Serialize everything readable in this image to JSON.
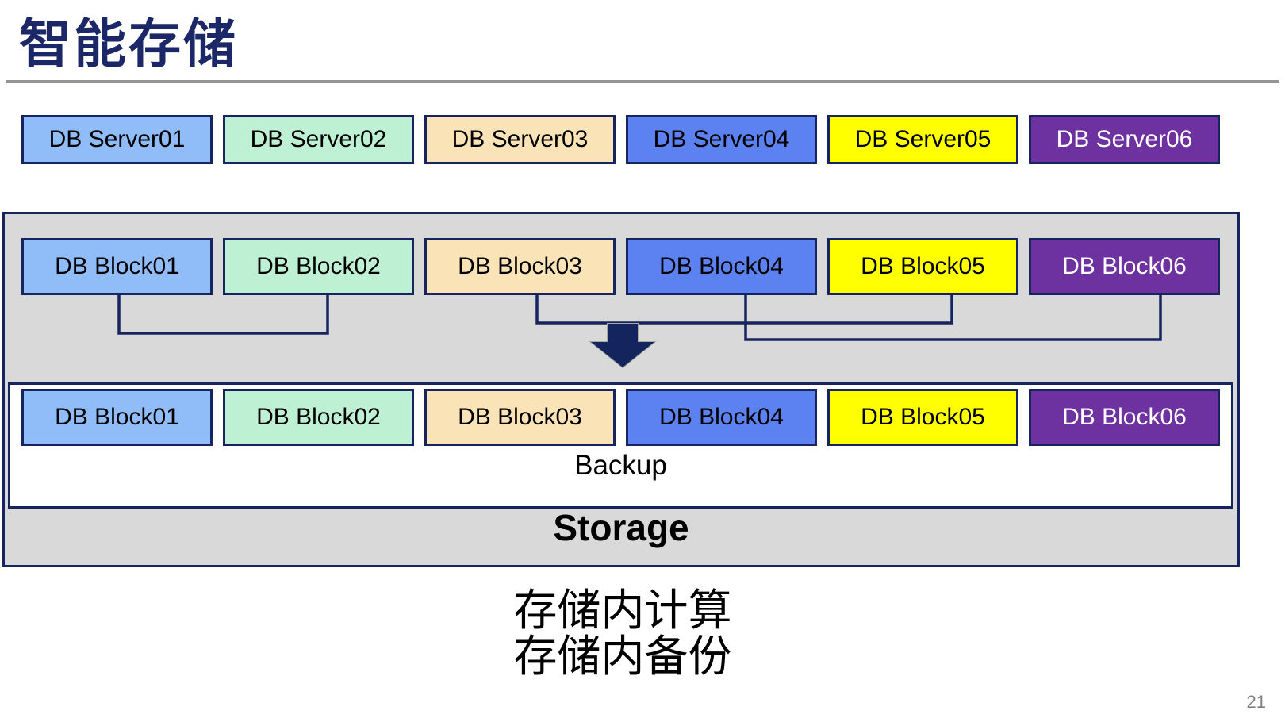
{
  "title": "智能存储",
  "page_number": "21",
  "server_row": {
    "items": [
      {
        "label": "DB Server01",
        "fill": "#90BCF8",
        "text_color": "#000000"
      },
      {
        "label": "DB Server02",
        "fill": "#BEF0D3",
        "text_color": "#000000"
      },
      {
        "label": "DB Server03",
        "fill": "#FAE3B6",
        "text_color": "#000000"
      },
      {
        "label": "DB Server04",
        "fill": "#5B82F0",
        "text_color": "#000000"
      },
      {
        "label": "DB Server05",
        "fill": "#FFFF00",
        "text_color": "#000000"
      },
      {
        "label": "DB Server06",
        "fill": "#6E31A0",
        "text_color": "#FFFFFF"
      }
    ]
  },
  "block_row": {
    "items": [
      {
        "label": "DB Block01",
        "fill": "#90BCF8",
        "text_color": "#000000"
      },
      {
        "label": "DB Block02",
        "fill": "#BEF0D3",
        "text_color": "#000000"
      },
      {
        "label": "DB Block03",
        "fill": "#FAE3B6",
        "text_color": "#000000"
      },
      {
        "label": "DB Block04",
        "fill": "#5B82F0",
        "text_color": "#000000"
      },
      {
        "label": "DB Block05",
        "fill": "#FFFF00",
        "text_color": "#000000"
      },
      {
        "label": "DB Block06",
        "fill": "#6E31A0",
        "text_color": "#FFFFFF"
      }
    ]
  },
  "storage": {
    "backup_label": "Backup",
    "storage_label": "Storage"
  },
  "caption": {
    "line1": "存储内计算",
    "line2": "存储内备份"
  },
  "palette": {
    "title_color": "#1B2766",
    "box_border_color": "#16245F",
    "connector_color": "#16245F",
    "arrow_color": "#14255E",
    "storage_container_fill": "#D9D9D9",
    "backup_container_fill": "#FFFFFF",
    "rule_color": "#949494",
    "page_number_color": "#7F7F7F"
  }
}
